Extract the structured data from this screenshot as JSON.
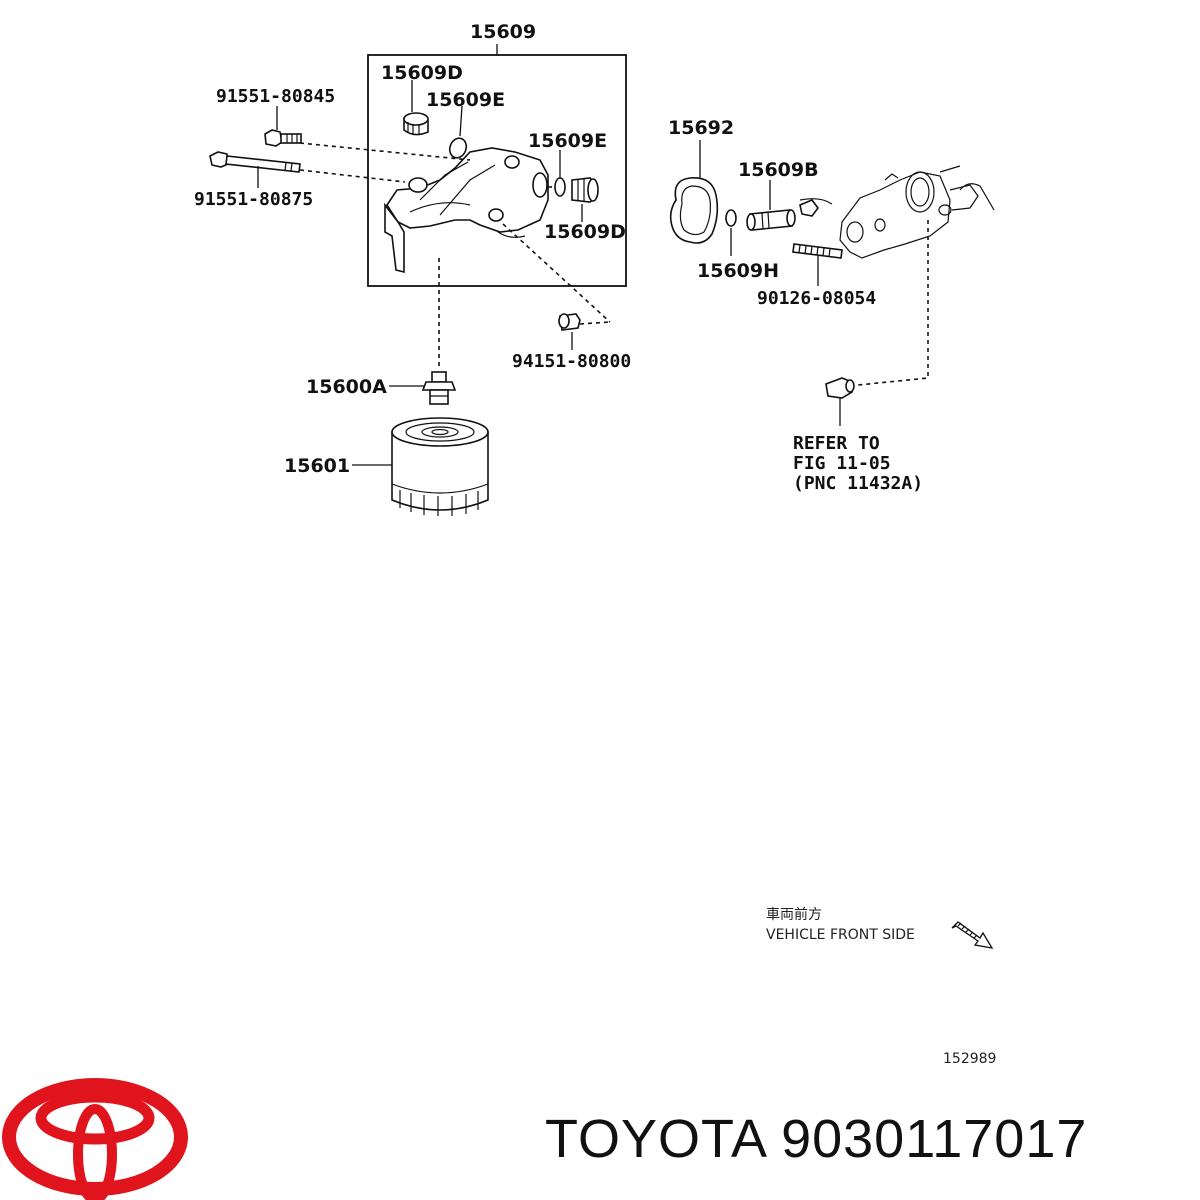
{
  "diagram": {
    "labels": {
      "p15609": "15609",
      "p15609D_top": "15609D",
      "p15609E_top": "15609E",
      "p15609E_right": "15609E",
      "p15609D_right": "15609D",
      "p91551_80845": "91551-80845",
      "p91551_80875": "91551-80875",
      "p94151_80800": "94151-80800",
      "p15600A": "15600A",
      "p15601": "15601",
      "p15692": "15692",
      "p15609B": "15609B",
      "p15609H": "15609H",
      "p90126_08054": "90126-08054"
    },
    "refer_note": {
      "line1": "REFER TO",
      "line2": "FIG 11-05",
      "line3": "(PNC 11432A)"
    },
    "front_label_jp": "車両前方",
    "front_label_en": "VEHICLE FRONT SIDE",
    "figure_number": "152989"
  },
  "brand": {
    "name": "TOYOTA",
    "part_number": "9030117017",
    "logo_color": "#e0141c"
  },
  "icons": {
    "logo": "toyota-logo-icon",
    "arrow": "vehicle-front-arrow-icon"
  }
}
